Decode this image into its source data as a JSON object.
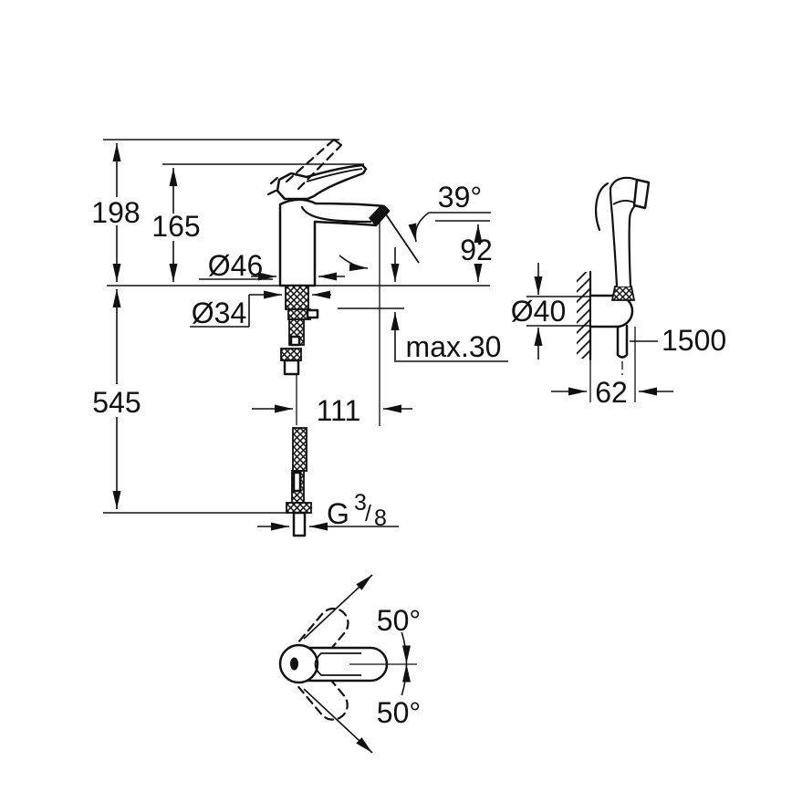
{
  "colors": {
    "ink": "#111111",
    "paper": "#ffffff"
  },
  "side_view": {
    "total_height": "198",
    "lever_height": "165",
    "below_deck_depth": "545",
    "base_diameter": "Ø46",
    "shank_diameter": "Ø34",
    "spout_angle": "39°",
    "spout_outlet_height": "92",
    "max_deck_thickness": "max.30",
    "spout_reach": "111",
    "thread_label": {
      "letter": "G",
      "numerator": "3",
      "slash": "/",
      "denominator": "8"
    }
  },
  "shower_view": {
    "holder_diameter": "Ø40",
    "hose_length": "1500",
    "wall_projection": "62"
  },
  "top_view": {
    "swivel_angle_upper": "50°",
    "swivel_angle_lower": "50°"
  }
}
